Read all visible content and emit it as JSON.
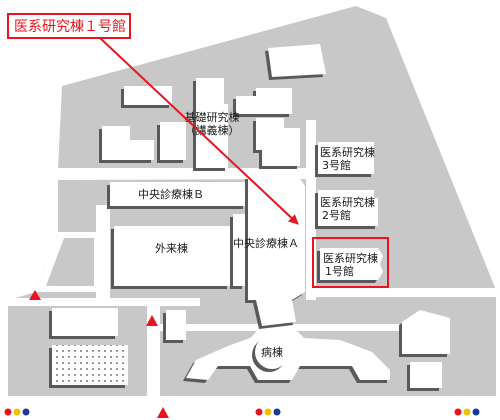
{
  "callout": {
    "label": "医系研究棟１号館"
  },
  "buildings": {
    "basic_research": {
      "name": "基礎研究棟",
      "note": "（講義棟）"
    },
    "medical_research_3": {
      "name": "医系研究棟",
      "number": "3号館"
    },
    "medical_research_2": {
      "name": "医系研究棟",
      "number": "2号館"
    },
    "medical_research_1": {
      "name": "医系研究棟",
      "number": "1号館"
    },
    "central_clinic_b": {
      "name": "中央診療棟Ｂ"
    },
    "outpatient": {
      "name": "外来棟"
    },
    "central_clinic_a": {
      "name": "中央診療棟Ａ"
    },
    "ward": {
      "name": "病棟"
    }
  },
  "colors": {
    "highlight": "#e8141e",
    "ground": "#c8c8c8",
    "road": "#ffffff",
    "building": "#ffffff",
    "building_shadow": "#595959",
    "label_text": "#1a1a1a",
    "marker_dots": [
      "#e8141e",
      "#f2c200",
      "#1d3a9a"
    ]
  },
  "markers": {
    "entrance_icon": "red-triangle-icon",
    "station_icon": "colored-dots-icon"
  }
}
